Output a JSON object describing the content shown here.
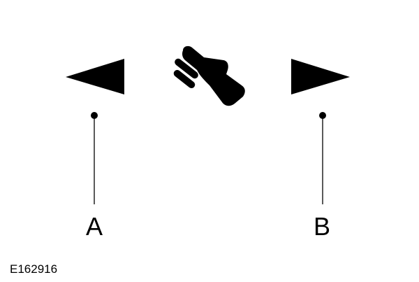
{
  "colors": {
    "ink": "#000000",
    "background": "#ffffff"
  },
  "symbols": {
    "left": {
      "icon": "left-arrow-icon"
    },
    "center": {
      "icon": "hand-swipe-icon"
    },
    "right": {
      "icon": "right-arrow-icon"
    }
  },
  "callouts": {
    "a": {
      "label": "A",
      "target": "left-arrow-icon"
    },
    "b": {
      "label": "B",
      "target": "right-arrow-icon"
    }
  },
  "reference_code": "E162916"
}
